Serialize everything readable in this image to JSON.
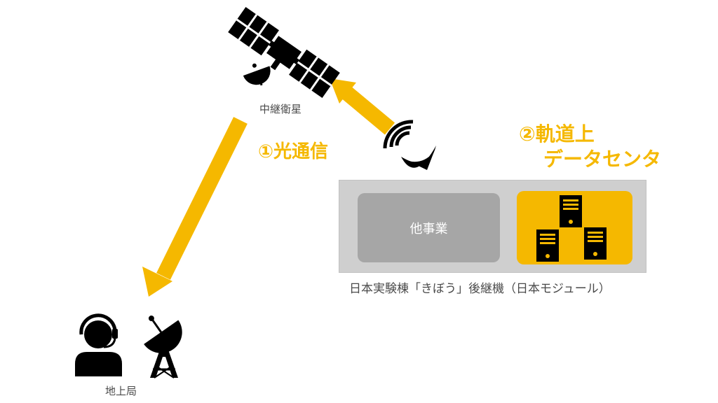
{
  "colors": {
    "accent": "#f5b800",
    "module_frame": "#cfcfcf",
    "other_business": "#a6a6a6",
    "icon": "#000000",
    "text": "#4a4a4a"
  },
  "relay_satellite": {
    "label": "中継衛星",
    "icon": "satellite-icon"
  },
  "optical_link": {
    "label": "①光通信",
    "icon": "signal-waves-icon"
  },
  "orbital_datacenter": {
    "label_line1": "②軌道上",
    "label_line2": "データセンタ",
    "icon": "server-icon"
  },
  "module": {
    "other_business_label": "他事業",
    "caption": "日本実験棟「きぼう」後継機（日本モジュール）"
  },
  "ground_station": {
    "label": "地上局",
    "icons": [
      "operator-headset-icon",
      "antenna-dish-icon"
    ]
  }
}
